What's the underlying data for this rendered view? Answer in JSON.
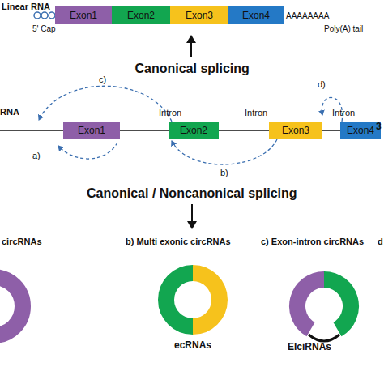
{
  "diagram": {
    "nodes": [
      {
        "text": [
          "Exon1"
        ]
      },
      {
        "text": [
          "Exon2"
        ]
      },
      {
        "text": [
          "Exon3"
        ]
      },
      {
        "text": [
          "Exon4"
        ]
      },
      {
        "text": [
          "Exon1"
        ]
      },
      {
        "text": [
          "Exon2"
        ]
      },
      {
        "text": [
          "Exon3"
        ]
      },
      {
        "text": [
          "Exon4"
        ]
      },
      {
        "text": [
          "ecRNAs"
        ]
      },
      {
        "text": [
          "EIciRNAs"
        ]
      }
    ],
    "edges": [
      {
        "from": 6,
        "to": 5,
        "label": "b)",
        "arrow": "to"
      }
    ],
    "labels": [
      "Linear RNA",
      "5' Cap",
      "AAAAAAAA",
      "Poly(A) tail",
      "Canonical splicing",
      "RNA",
      "3",
      "Intron",
      "Intron",
      "Intron",
      "c)",
      "d)",
      "a)",
      "Canonical / Noncanonical splicing",
      "circRNAs",
      "b) Multi exonic circRNAs",
      "c) Exon-intron circRNAs",
      "d"
    ]
  }
}
